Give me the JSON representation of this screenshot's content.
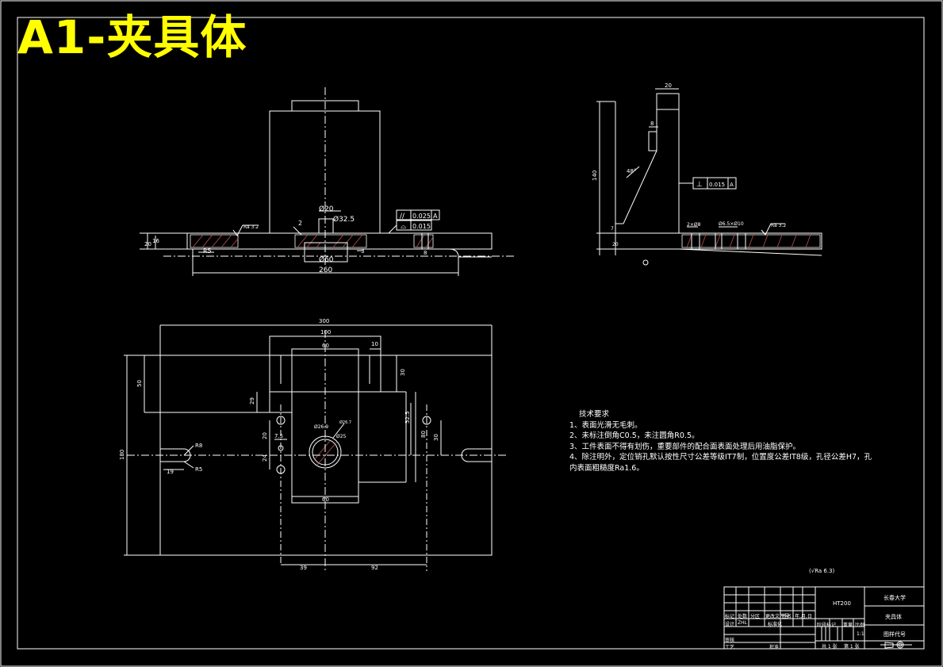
{
  "title": "A1-夹具体",
  "dims": {
    "d20": "Ø20",
    "d32_5": "Ø32.5",
    "d60": "Ø60",
    "w260": "260",
    "h20": "20",
    "h16": "16",
    "r5": "R5",
    "n2": "2",
    "n3": "3",
    "n8": "8",
    "ra_top": "Ra 3.2",
    "gd_parallel": "0.025",
    "gd_datum": "A",
    "gd_flat": "0.015",
    "s_20": "20",
    "s_8": "8",
    "s_140": "140",
    "s_angle": "48°",
    "s_7": "7",
    "s_20b": "20",
    "s_perp": "0.015",
    "s_A": "A",
    "s_hole": "2×Ø8",
    "s_hole2": "Ø6.5×Ø10",
    "s_ra": "Ra 3.2",
    "p_300": "300",
    "p_100": "100",
    "p_60": "60",
    "p_10": "10",
    "p_50": "50",
    "p_30": "30",
    "p_29": "29",
    "p_52_5": "52.5",
    "p_80": "80",
    "p_20": "20",
    "p_7_5": "7.5",
    "p_24": "24",
    "p_30b": "30",
    "p_r8": "R8",
    "p_r5": "R5",
    "p_19": "19",
    "p_180": "180",
    "p_60b": "60",
    "p_39": "39",
    "p_92": "92",
    "p_d26": "Ø26.9",
    "p_d25": "Ø25",
    "p_d267": "Ø26.7"
  },
  "notes": {
    "heading": "技术要求",
    "items": [
      "1、表面光滑无毛刺。",
      "2、未标注倒角C0.5，未注圆角R0.5。",
      "3、工件表面不得有划伤，重要部件的配合面表面处理后用油脂保护。",
      "4、除注明外，定位销孔默认按性尺寸公差等级IT7制，位置度公差IT8级，孔径公差H7，孔",
      "内表面粗糙度Ra1.6。"
    ]
  },
  "roughness_note": "(√Ra 6.3)",
  "title_block": {
    "material": "HT200",
    "school": "长春大学",
    "part_name": "夹具体",
    "drawing_no": "图样代号",
    "scale": "1:1",
    "sheets_total": "共 1 张",
    "sheet_no": "第 1 张",
    "label_mark": "标记",
    "label_count": "处数",
    "label_zone": "分区",
    "label_change": "更改文件号",
    "label_sign": "签名",
    "label_date": "年,月,日",
    "label_design": "设计",
    "label_std": "标准化",
    "label_stage": "阶段标记",
    "label_weight": "重量",
    "label_ratio": "比例",
    "label_review": "审核",
    "label_process": "工艺",
    "label_approve": "批准",
    "designer": "ZHL"
  }
}
